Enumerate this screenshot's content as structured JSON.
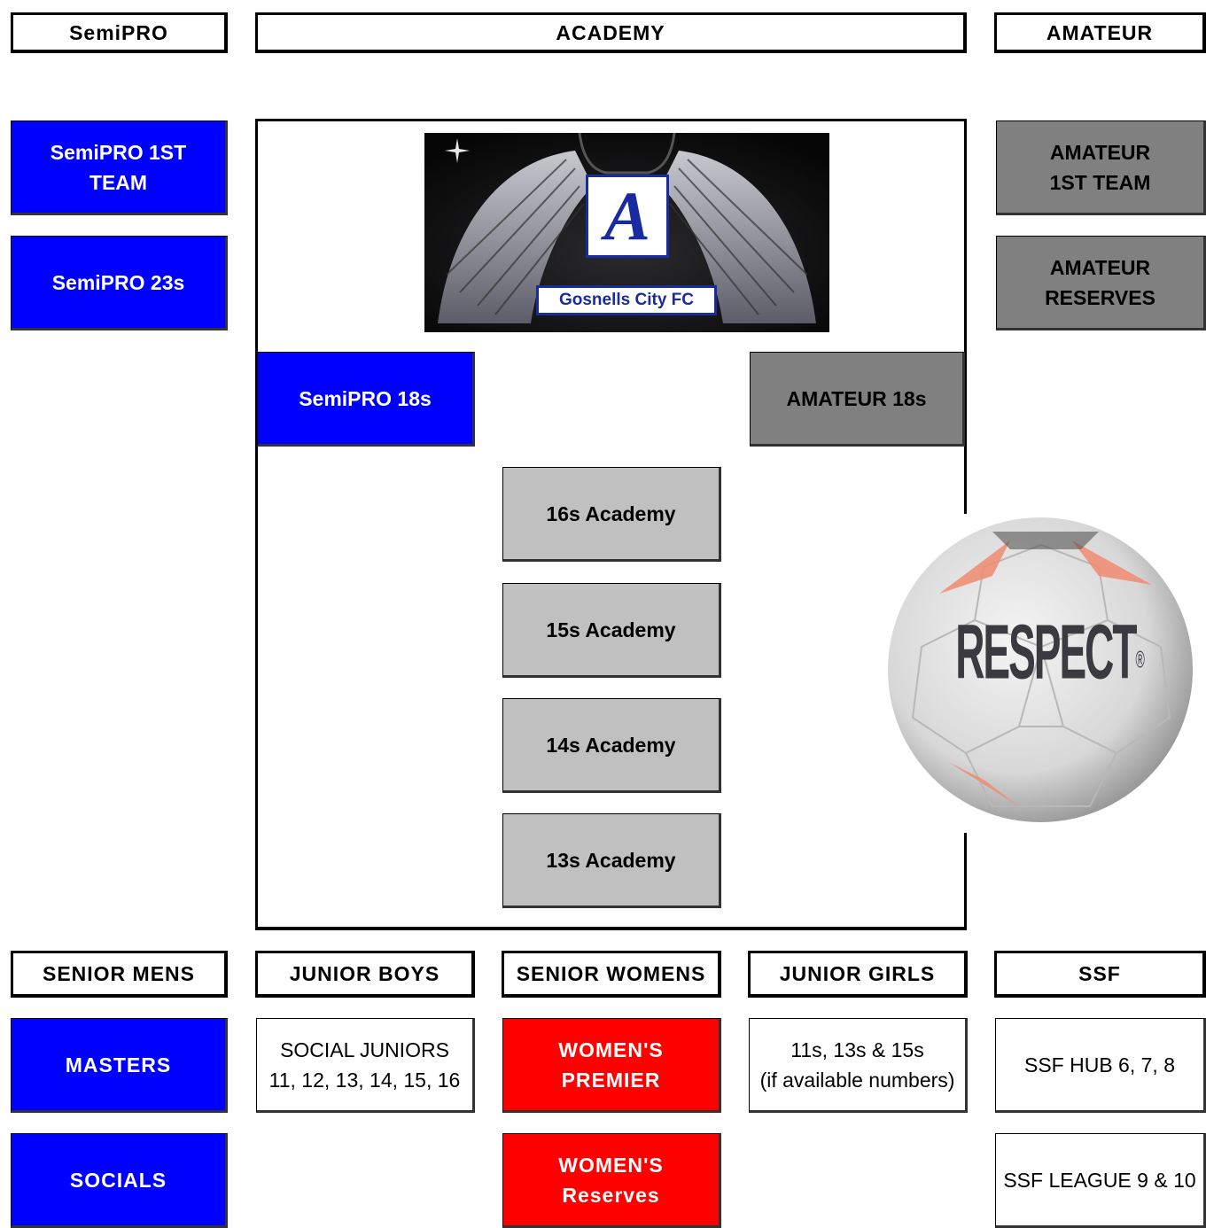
{
  "headers": {
    "semipro": "SemiPRO",
    "academy": "ACADEMY",
    "amateur": "AMATEUR",
    "senior_mens": "SENIOR MENS",
    "junior_boys": "JUNIOR BOYS",
    "senior_womens": "SENIOR WOMENS",
    "junior_girls": "JUNIOR GIRLS",
    "ssf": "SSF"
  },
  "semipro": {
    "first_team": "SemiPRO 1ST\nTEAM",
    "u23": "SemiPRO 23s",
    "u18": "SemiPRO 18s"
  },
  "amateur": {
    "first_team": "AMATEUR\n1ST TEAM",
    "reserves": "AMATEUR\nRESERVES",
    "u18": "AMATEUR 18s"
  },
  "academy": {
    "logo_letter": "A",
    "logo_name": "Gosnells City FC",
    "u16": "16s Academy",
    "u15": "15s Academy",
    "u14": "14s Academy",
    "u13": "13s Academy"
  },
  "ball": {
    "brand": "RESPECT",
    "mark": "®"
  },
  "senior_mens": {
    "masters": "MASTERS",
    "socials": "SOCIALS"
  },
  "junior_boys": {
    "social_juniors": "SOCIAL JUNIORS\n11, 12, 13, 14, 15, 16"
  },
  "senior_womens": {
    "premier": "WOMEN'S\nPREMIER",
    "reserves": "WOMEN'S\nReserves"
  },
  "junior_girls": {
    "groups": "11s, 13s & 15s\n(if available numbers)"
  },
  "ssf": {
    "hub": "SSF HUB 6, 7, 8",
    "league": "SSF LEAGUE 9 & 10"
  },
  "colors": {
    "semipro_blue": "#0000ff",
    "amateur_grey": "#808080",
    "academy_grey": "#c0c0c0",
    "womens_red": "#ff0000"
  }
}
